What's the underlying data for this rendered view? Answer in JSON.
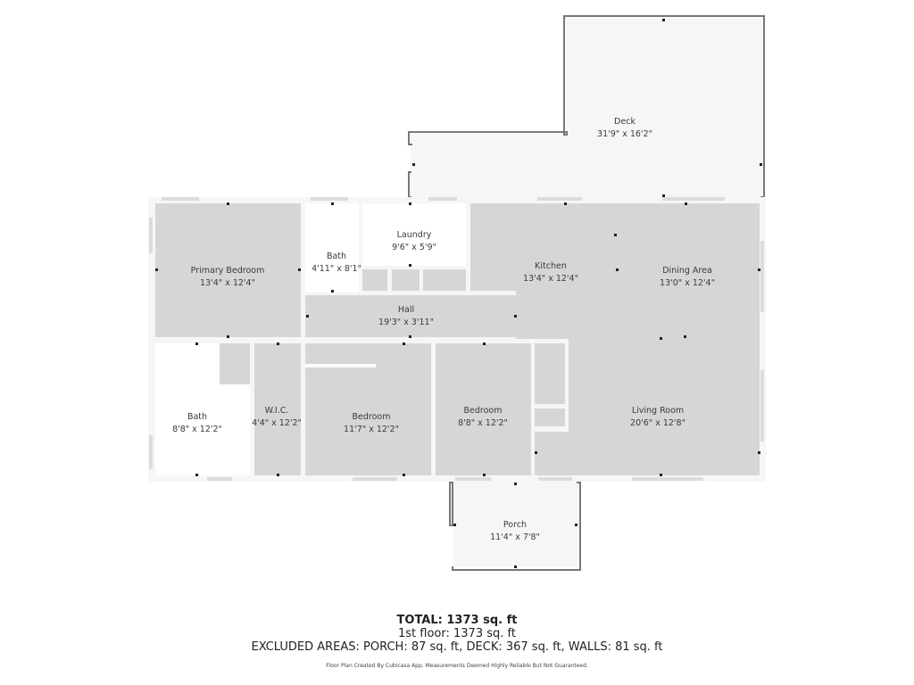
{
  "floorplan": {
    "rooms": [
      {
        "name": "Deck",
        "dims": "31'9\" x 16'2\""
      },
      {
        "name": "Primary Bedroom",
        "dims": "13'4\" x 12'4\""
      },
      {
        "name": "Bath",
        "dims": "4'11\" x 8'1\""
      },
      {
        "name": "Laundry",
        "dims": "9'6\" x 5'9\""
      },
      {
        "name": "Kitchen",
        "dims": "13'4\" x 12'4\""
      },
      {
        "name": "Dining Area",
        "dims": "13'0\" x 12'4\""
      },
      {
        "name": "Hall",
        "dims": "19'3\" x 3'11\""
      },
      {
        "name": "Bath",
        "dims": "8'8\" x 12'2\""
      },
      {
        "name": "W.I.C.",
        "dims": "4'4\" x 12'2\""
      },
      {
        "name": "Bedroom",
        "dims": "11'7\" x 12'2\""
      },
      {
        "name": "Bedroom",
        "dims": "8'8\" x 12'2\""
      },
      {
        "name": "Living Room",
        "dims": "20'6\" x 12'8\""
      },
      {
        "name": "Porch",
        "dims": "11'4\" x 7'8\""
      }
    ],
    "colors": {
      "interior_room": "#d6d6d6",
      "exterior_area": "#f6f6f6",
      "exterior_wall": "#777777",
      "background": "#ffffff"
    }
  },
  "summary": {
    "total": "TOTAL: 1373 sq. ft",
    "floor": "1st floor: 1373 sq. ft",
    "excluded": "EXCLUDED AREAS: PORCH: 87 sq. ft, DECK: 367 sq. ft, WALLS: 81 sq. ft",
    "disclaimer": "Floor Plan Created By Cubicasa App. Measurements Deemed Highly Reliable But Not Guaranteed."
  }
}
